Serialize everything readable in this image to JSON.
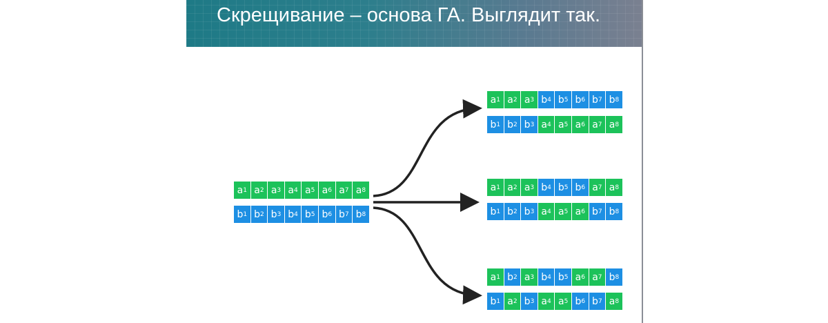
{
  "slide": {
    "title": "Скрещивание – основа ГА. Выглядит так."
  },
  "colors": {
    "a": "#1cc25a",
    "b": "#1d8fe3"
  },
  "parents": [
    [
      "a1",
      "a2",
      "a3",
      "a4",
      "a5",
      "a6",
      "a7",
      "a8"
    ],
    [
      "b1",
      "b2",
      "b3",
      "b4",
      "b5",
      "b6",
      "b7",
      "b8"
    ]
  ],
  "offspring": [
    [
      [
        "a1",
        "a2",
        "a3",
        "b4",
        "b5",
        "b6",
        "b7",
        "b8"
      ],
      [
        "b1",
        "b2",
        "b3",
        "a4",
        "a5",
        "a6",
        "a7",
        "a8"
      ]
    ],
    [
      [
        "a1",
        "a2",
        "a3",
        "b4",
        "b5",
        "b6",
        "a7",
        "a8"
      ],
      [
        "b1",
        "b2",
        "b3",
        "a4",
        "a5",
        "a6",
        "b7",
        "b8"
      ]
    ],
    [
      [
        "a1",
        "b2",
        "a3",
        "b4",
        "b5",
        "a6",
        "a7",
        "b8"
      ],
      [
        "b1",
        "a2",
        "b3",
        "a4",
        "a5",
        "b6",
        "b7",
        "a8"
      ]
    ]
  ]
}
